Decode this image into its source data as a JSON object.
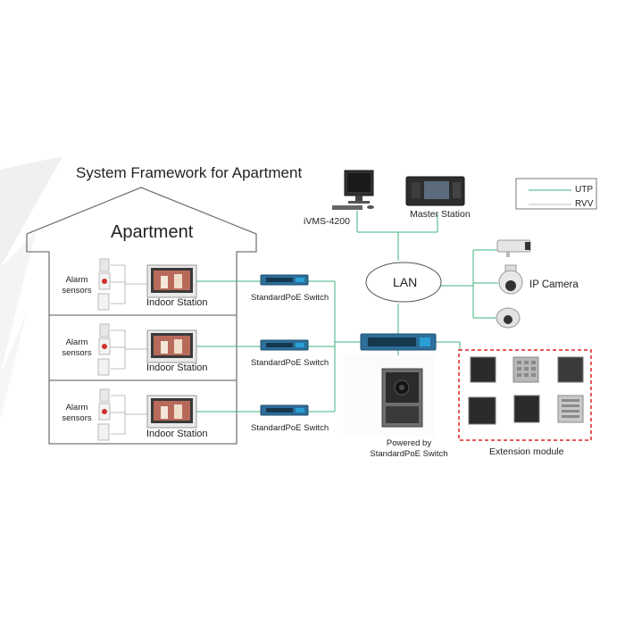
{
  "diagram": {
    "title": "System Framework for Apartment",
    "building_label": "Apartment",
    "floors": [
      {
        "alarm_label": "Alarm sensors",
        "station_label": "Indoor Station",
        "switch_label": "StandardPoE Switch"
      },
      {
        "alarm_label": "Alarm sensors",
        "station_label": "Indoor Station",
        "switch_label": "StandardPoE Switch"
      },
      {
        "alarm_label": "Alarm sensors",
        "station_label": "Indoor Station",
        "switch_label": "StandardPoE Switch"
      }
    ],
    "lan_label": "LAN",
    "ivms_label": "iVMS-4200",
    "master_label": "Master Station",
    "camera_label": "IP Camera",
    "door_station_caption": "Powered by StandardPoE Switch",
    "extension_label": "Extension module",
    "legend": {
      "utp": "UTP",
      "rvv": "RVV"
    },
    "colors": {
      "utp_line": "#3fb37f",
      "rvv_line": "#b9b9b9",
      "outline": "#777777",
      "extension_border": "#e02020"
    }
  }
}
